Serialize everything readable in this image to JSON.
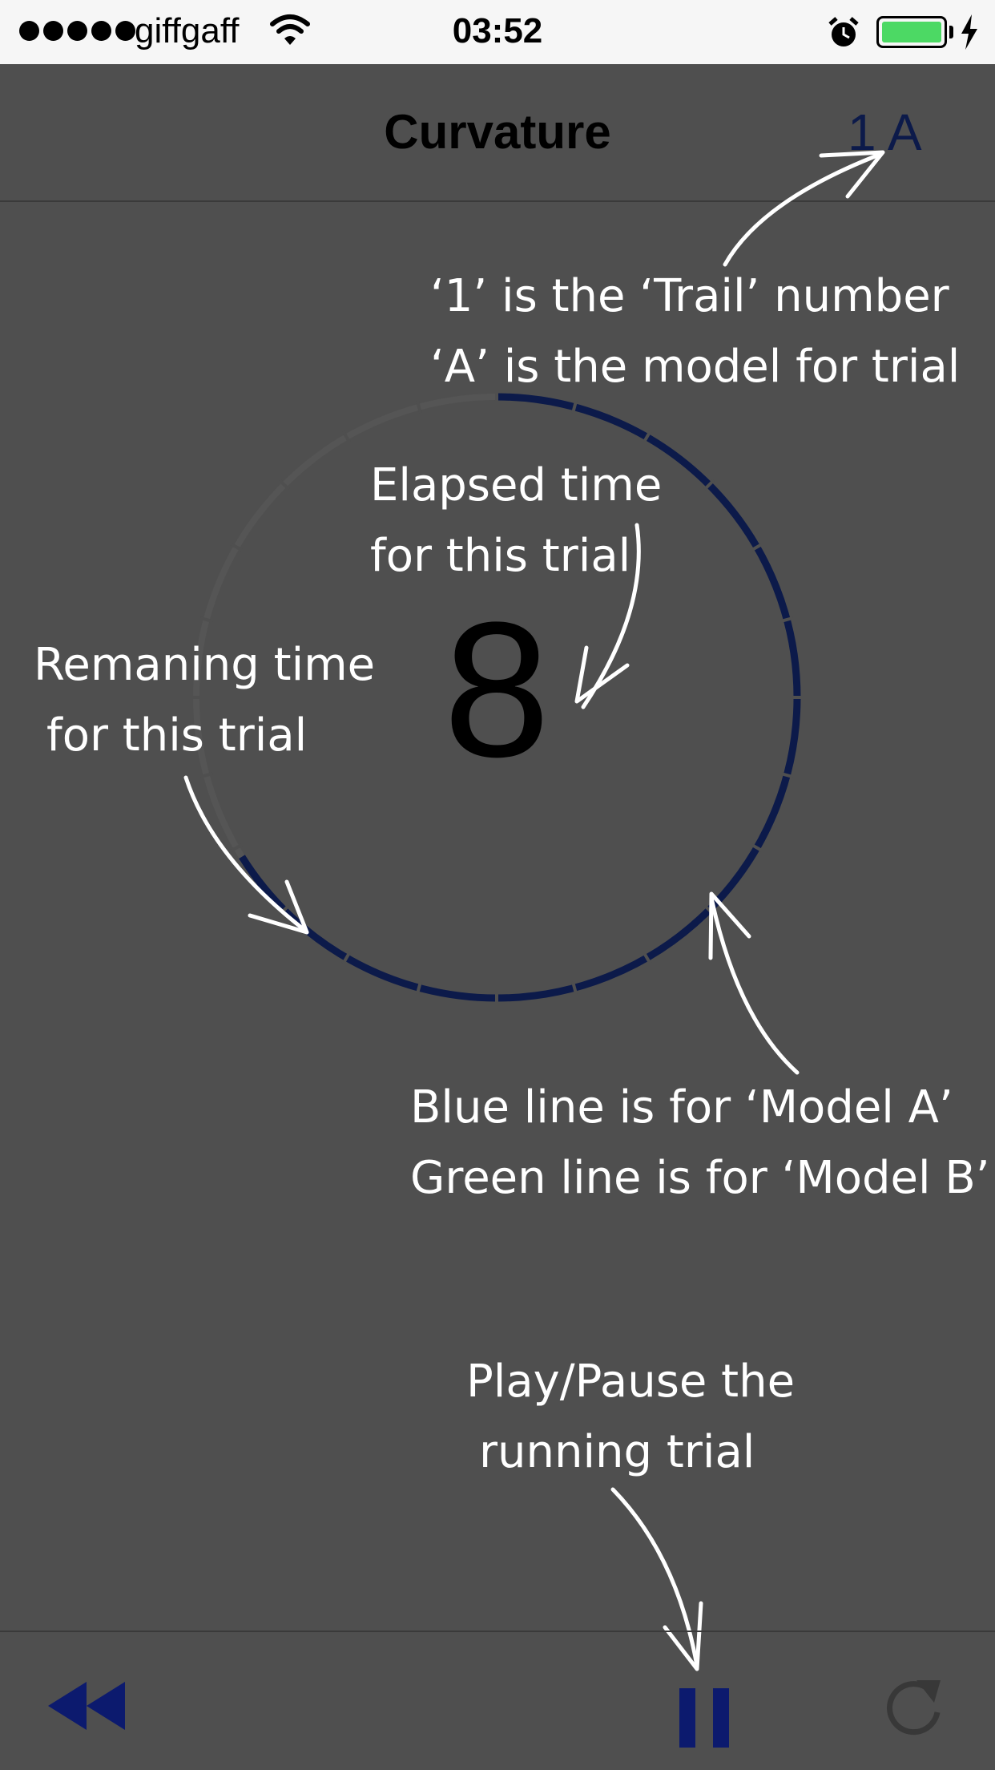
{
  "status": {
    "carrier": "giffgaff",
    "time": "03:52",
    "battery_level": 1.0,
    "battery_color": "#4cd964"
  },
  "nav": {
    "title": "Curvature",
    "trial_label": "1 A"
  },
  "timer": {
    "count": "8",
    "ring_color_model_a": "#0c1a4a"
  },
  "annotations": {
    "trial_line1": "‘1’ is the ‘Trail’ number",
    "trial_line2": "‘A’ is the model for trial",
    "elapsed_line1": "Elapsed time",
    "elapsed_line2": "for this trial",
    "remaining_line1": "Remaning time",
    "remaining_line2": "for this trial",
    "line_color_line1": "Blue line is for ‘Model A’",
    "line_color_line2": "Green line is for ‘Model B’",
    "play_line1": "Play/Pause the",
    "play_line2": "running trial"
  },
  "toolbar": {
    "rewind_icon": "rewind-icon",
    "pause_icon": "pause-icon",
    "reset_icon": "reset-icon",
    "accent": "#0c1a6e"
  }
}
